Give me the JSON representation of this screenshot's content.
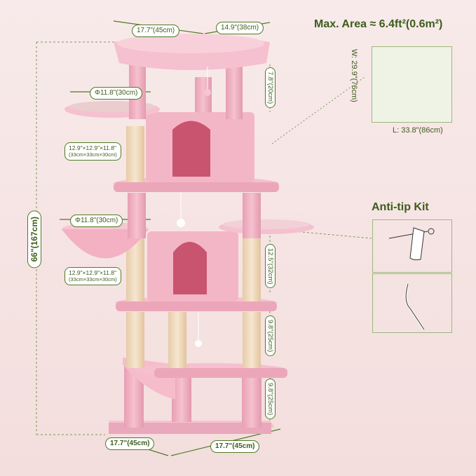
{
  "header": {
    "max_area": "Max. Area ≈ 6.4ft²(0.6m²)",
    "area_width": "W: 29.9\"(76cm)",
    "area_length": "L: 33.8\"(86cm)"
  },
  "anti_tip": {
    "title": "Anti-tip Kit"
  },
  "dimensions": {
    "top_width": "17.7\"(45cm)",
    "top_depth": "14.9\"(38cm)",
    "top_gap": "7.8\"(20cm)",
    "upper_platform": "Φ11.8\"(30cm)",
    "upper_condo_line1": "12.9\"×12.9\"×11.8\"",
    "upper_condo_line2": "(33cm×33cm×30cm)",
    "basket": "Φ11.8\"(30cm)",
    "lower_condo_line1": "12.9\"×12.9\"×11.8\"",
    "lower_condo_line2": "(33cm×33cm×30cm)",
    "total_height": "66\"(167cm)",
    "gap_middle": "12.5\"(32cm)",
    "gap_lower": "9.8\"(25cm)",
    "gap_bottom": "9.8\"(25cm)",
    "base_left": "17.7\"(45cm)",
    "base_right": "17.7\"(45cm)"
  },
  "colors": {
    "pink": "#f2b3c4",
    "pink_dark": "#d88aa0",
    "green": "#4f7a24",
    "sisal": "#f1dcc0"
  }
}
